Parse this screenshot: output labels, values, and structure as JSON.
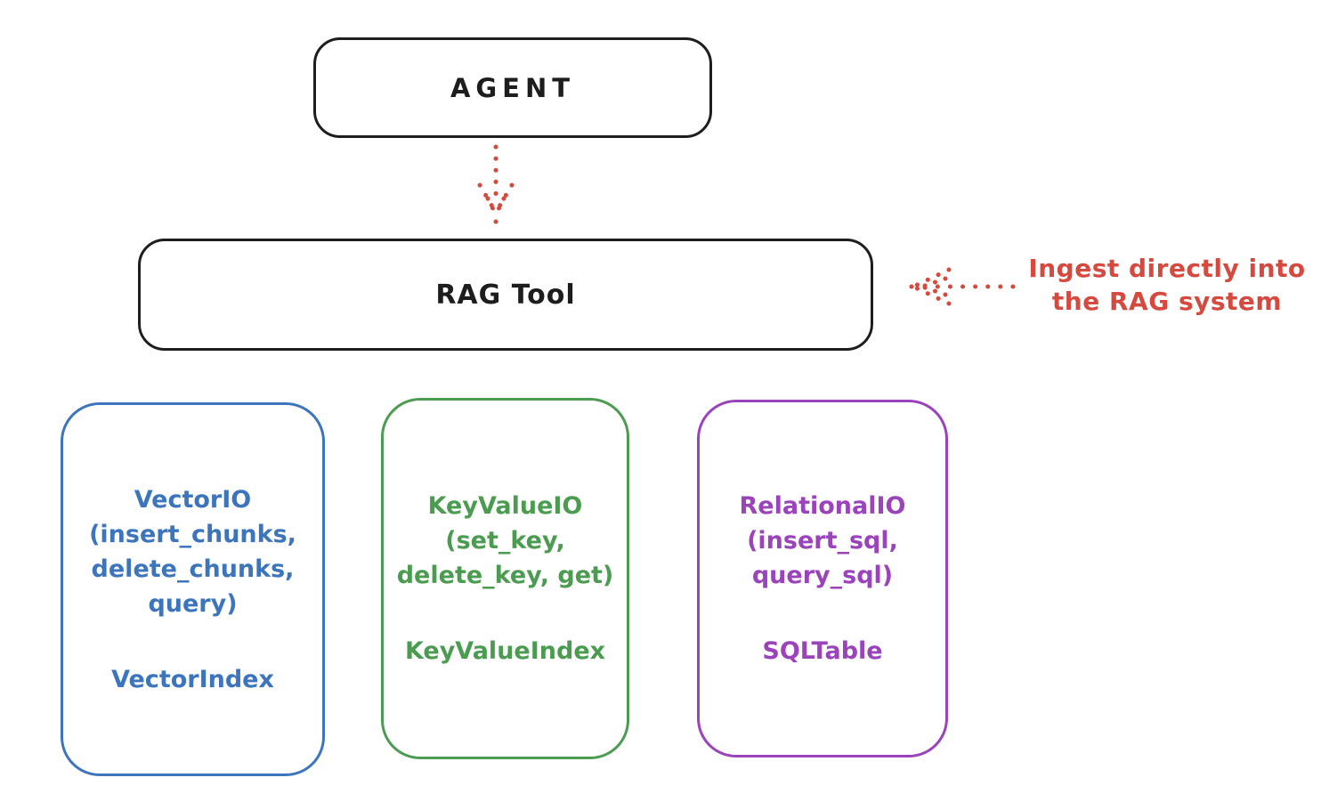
{
  "diagram": {
    "agent": {
      "label": "AGENT"
    },
    "rag_tool": {
      "label": "RAG Tool"
    },
    "annotation": {
      "line1": "Ingest directly into",
      "line2": "the RAG system",
      "color": "#d6493f"
    },
    "arrows": [
      {
        "name": "agent-to-rag-dotted-arrow",
        "direction": "down",
        "style": "dotted",
        "color": "#d6493f"
      },
      {
        "name": "ingest-dotted-arrow",
        "direction": "left",
        "style": "dotted",
        "color": "#d6493f"
      }
    ],
    "colors": {
      "node_border": "#1e1e1e",
      "vector_blue": "#3d75bd",
      "keyvalue_green": "#4b9c51",
      "relational_purple": "#9a43bb",
      "annotation_red": "#d6493f"
    },
    "storage_boxes": [
      {
        "name": "VectorIO",
        "lines": [
          "VectorIO",
          "(insert_chunks,",
          "delete_chunks,",
          "query)"
        ],
        "index_label": "VectorIndex",
        "color": "#3d75bd"
      },
      {
        "name": "KeyValueIO",
        "lines": [
          "KeyValueIO",
          "(set_key,",
          "delete_key, get)"
        ],
        "index_label": "KeyValueIndex",
        "color": "#4b9c51"
      },
      {
        "name": "RelationalIO",
        "lines": [
          "RelationalIO",
          "(insert_sql,",
          "query_sql)"
        ],
        "index_label": "SQLTable",
        "color": "#9a43bb"
      }
    ]
  }
}
